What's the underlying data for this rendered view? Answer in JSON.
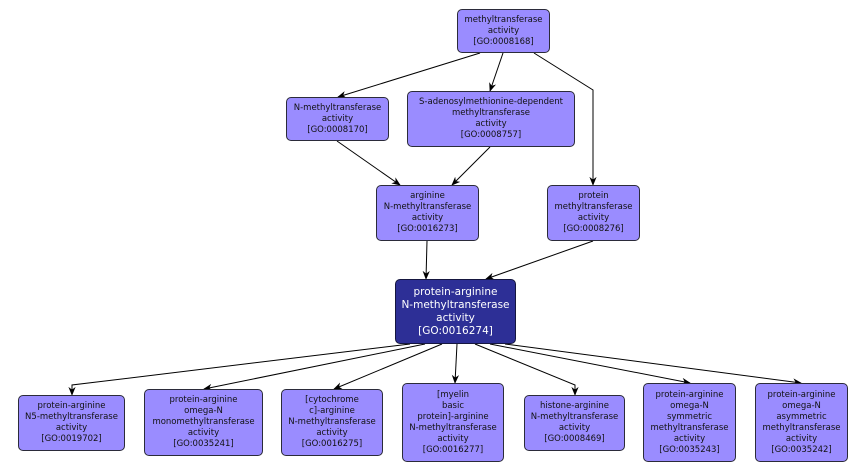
{
  "diagram": {
    "colors": {
      "node_fill": "#9a8cff",
      "focus_fill": "#2d2f96",
      "edge": "#000000"
    },
    "nodes": [
      {
        "id": "GO:0008168",
        "lines": [
          "methyltransferase",
          "activity",
          "[GO:0008168]"
        ]
      },
      {
        "id": "GO:0008170",
        "lines": [
          "N-methyltransferase",
          "activity",
          "[GO:0008170]"
        ]
      },
      {
        "id": "GO:0008757",
        "lines": [
          "S-adenosylmethionine-dependent",
          "methyltransferase",
          "activity",
          "[GO:0008757]"
        ]
      },
      {
        "id": "GO:0016273",
        "lines": [
          "arginine",
          "N-methyltransferase",
          "activity",
          "[GO:0016273]"
        ]
      },
      {
        "id": "GO:0008276",
        "lines": [
          "protein",
          "methyltransferase",
          "activity",
          "[GO:0008276]"
        ]
      },
      {
        "id": "GO:0016274",
        "focus": true,
        "lines": [
          "protein-arginine",
          "N-methyltransferase",
          "activity",
          "[GO:0016274]"
        ]
      },
      {
        "id": "GO:0019702",
        "lines": [
          "protein-arginine",
          "N5-methyltransferase",
          "activity",
          "[GO:0019702]"
        ]
      },
      {
        "id": "GO:0035241",
        "lines": [
          "protein-arginine",
          "omega-N",
          "monomethyltransferase",
          "activity",
          "[GO:0035241]"
        ]
      },
      {
        "id": "GO:0016275",
        "lines": [
          "[cytochrome",
          "c]-arginine",
          "N-methyltransferase",
          "activity",
          "[GO:0016275]"
        ]
      },
      {
        "id": "GO:0016277",
        "lines": [
          "[myelin",
          "basic",
          "protein]-arginine",
          "N-methyltransferase",
          "activity",
          "[GO:0016277]"
        ]
      },
      {
        "id": "GO:0008469",
        "lines": [
          "histone-arginine",
          "N-methyltransferase",
          "activity",
          "[GO:0008469]"
        ]
      },
      {
        "id": "GO:0035243",
        "lines": [
          "protein-arginine",
          "omega-N",
          "symmetric",
          "methyltransferase",
          "activity",
          "[GO:0035243]"
        ]
      },
      {
        "id": "GO:0035242",
        "lines": [
          "protein-arginine",
          "omega-N",
          "asymmetric",
          "methyltransferase",
          "activity",
          "[GO:0035242]"
        ]
      }
    ],
    "edges": [
      {
        "from": "GO:0008168",
        "to": "GO:0008170"
      },
      {
        "from": "GO:0008168",
        "to": "GO:0008757"
      },
      {
        "from": "GO:0008168",
        "to": "GO:0008276"
      },
      {
        "from": "GO:0008170",
        "to": "GO:0016273"
      },
      {
        "from": "GO:0008757",
        "to": "GO:0016273"
      },
      {
        "from": "GO:0016273",
        "to": "GO:0016274"
      },
      {
        "from": "GO:0008276",
        "to": "GO:0016274"
      },
      {
        "from": "GO:0016274",
        "to": "GO:0019702"
      },
      {
        "from": "GO:0016274",
        "to": "GO:0035241"
      },
      {
        "from": "GO:0016274",
        "to": "GO:0016275"
      },
      {
        "from": "GO:0016274",
        "to": "GO:0016277"
      },
      {
        "from": "GO:0016274",
        "to": "GO:0008469"
      },
      {
        "from": "GO:0016274",
        "to": "GO:0035243"
      },
      {
        "from": "GO:0016274",
        "to": "GO:0035242"
      }
    ]
  }
}
